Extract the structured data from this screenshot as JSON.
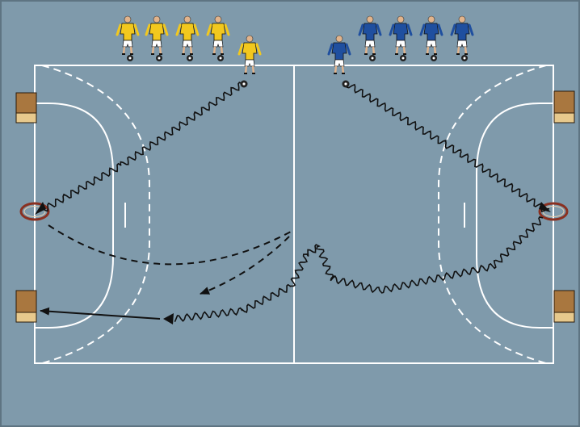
{
  "colors": {
    "floor": "#7f9aab",
    "border": "#5e7482",
    "line": "#ffffff",
    "path": "#111111",
    "box_top": "#a9773f",
    "box_base": "#e7c98d",
    "ring": "#8a3020",
    "yellow_team": "#f2c81e",
    "blue_team": "#1f4f9f",
    "shorts": "#ffffff",
    "skin": "#e2b48c"
  },
  "figures": {
    "yellow_team_count": 5,
    "blue_team_count": 5
  },
  "equipment": {
    "boxes_per_side": 2,
    "rings": 2
  },
  "drills": [
    {
      "id": "dribble-left",
      "kind": "dribble",
      "direction": "to-left-ring"
    },
    {
      "id": "dribble-right",
      "kind": "dribble",
      "direction": "to-right-ring"
    },
    {
      "id": "pass-arc",
      "kind": "pass"
    },
    {
      "id": "pass-short",
      "kind": "pass"
    },
    {
      "id": "dribble-center",
      "kind": "dribble"
    },
    {
      "id": "shot-left",
      "kind": "shot"
    }
  ]
}
